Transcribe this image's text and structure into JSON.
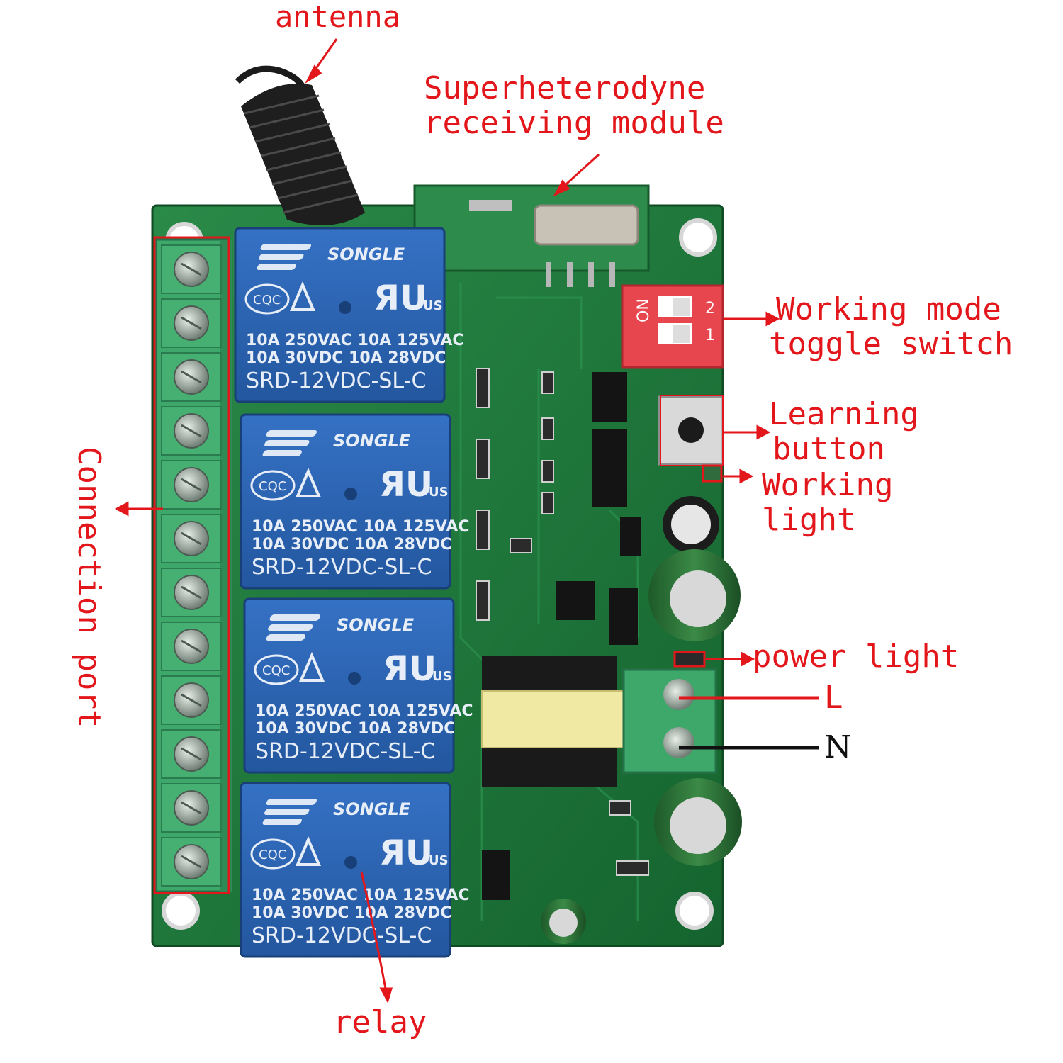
{
  "labels": {
    "antenna": "antenna",
    "superhet_line1": "Superheterodyne",
    "superhet_line2": "receiving module",
    "mode_line1": "Working mode",
    "mode_line2": "toggle switch",
    "learn_line1": "Learning",
    "learn_line2": "button",
    "work_line1": "Working",
    "work_line2": "light",
    "power_light": "power light",
    "live": "L",
    "neutral": "N",
    "connection_port": "Connection port",
    "relay": "relay"
  },
  "relay": {
    "brand": "SONGLE",
    "rating1_left": "10A 250VAC",
    "rating1_right": "10A 125VAC",
    "rating2_left": "10A  30VDC",
    "rating2_right": "10A 28VDC",
    "model": "SRD-12VDC-SL-C",
    "cert_left": "CQC",
    "cert_us": "US"
  },
  "dip": {
    "on_text": "ON",
    "pos1": "1",
    "pos2": "2"
  },
  "colors": {
    "annotation": "#e3171b",
    "pcb": "#1f7a3c",
    "relay": "#2b63b5",
    "terminal": "#3ea76a",
    "dip": "#e8464f"
  }
}
